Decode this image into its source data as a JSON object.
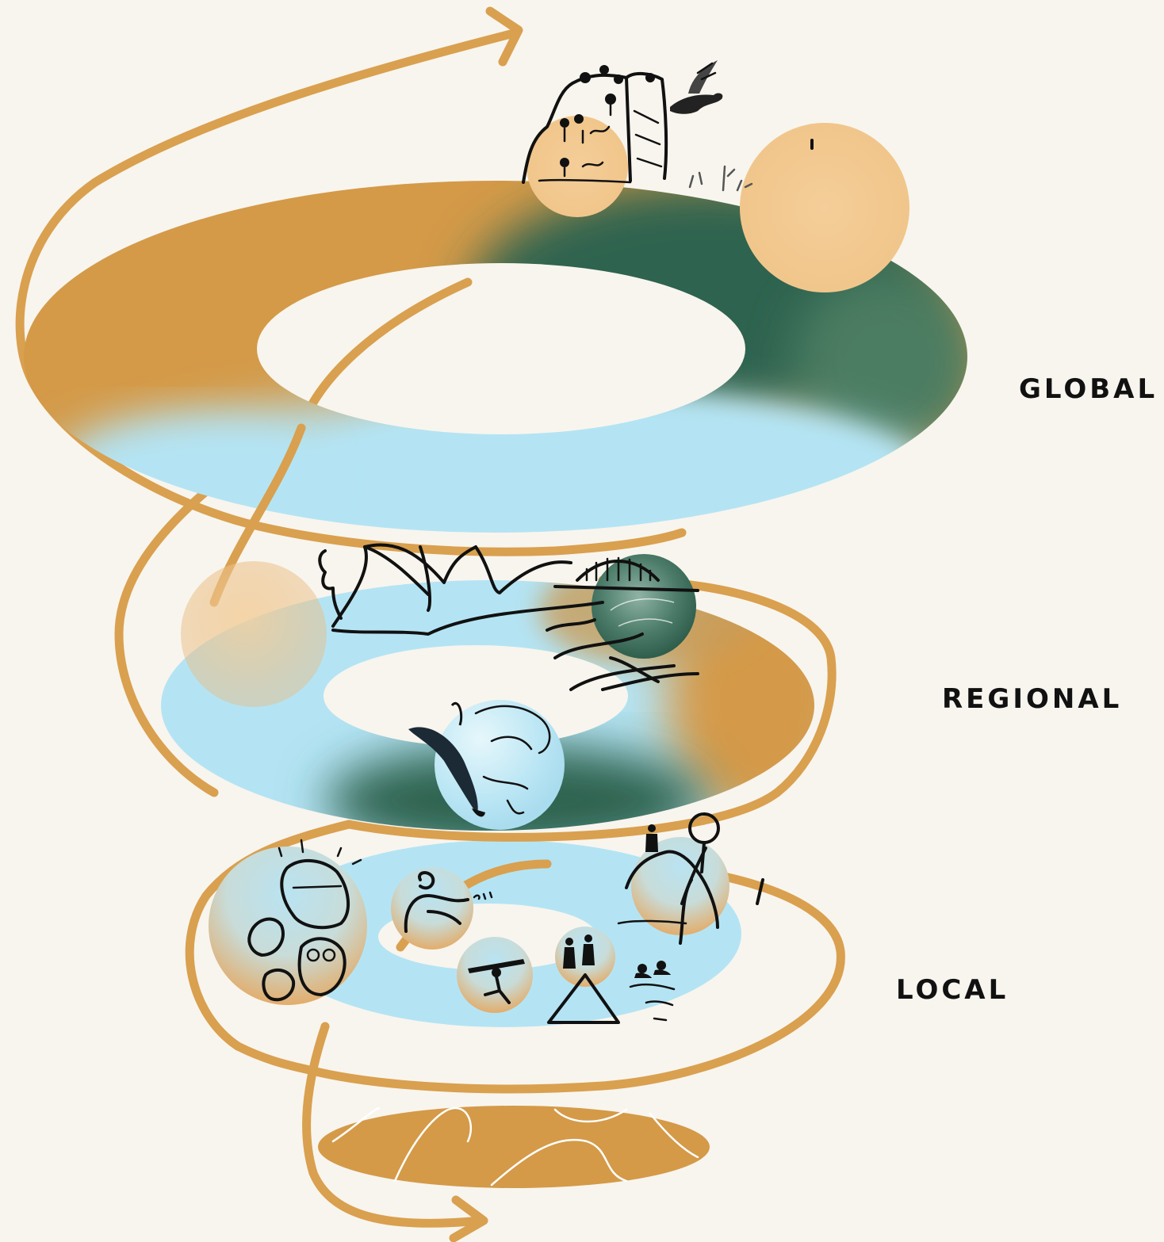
{
  "levels": [
    {
      "id": "global",
      "label": "GLOBAL"
    },
    {
      "id": "regional",
      "label": "REGIONAL"
    },
    {
      "id": "local",
      "label": "LOCAL"
    }
  ],
  "colors": {
    "background": "#f8f5ee",
    "spiral": "#d9a04f",
    "ochre": "#d49a48",
    "green": "#2f6450",
    "sky": "#b4e4f4",
    "sand": "#f4cd98",
    "ink": "#111111"
  }
}
